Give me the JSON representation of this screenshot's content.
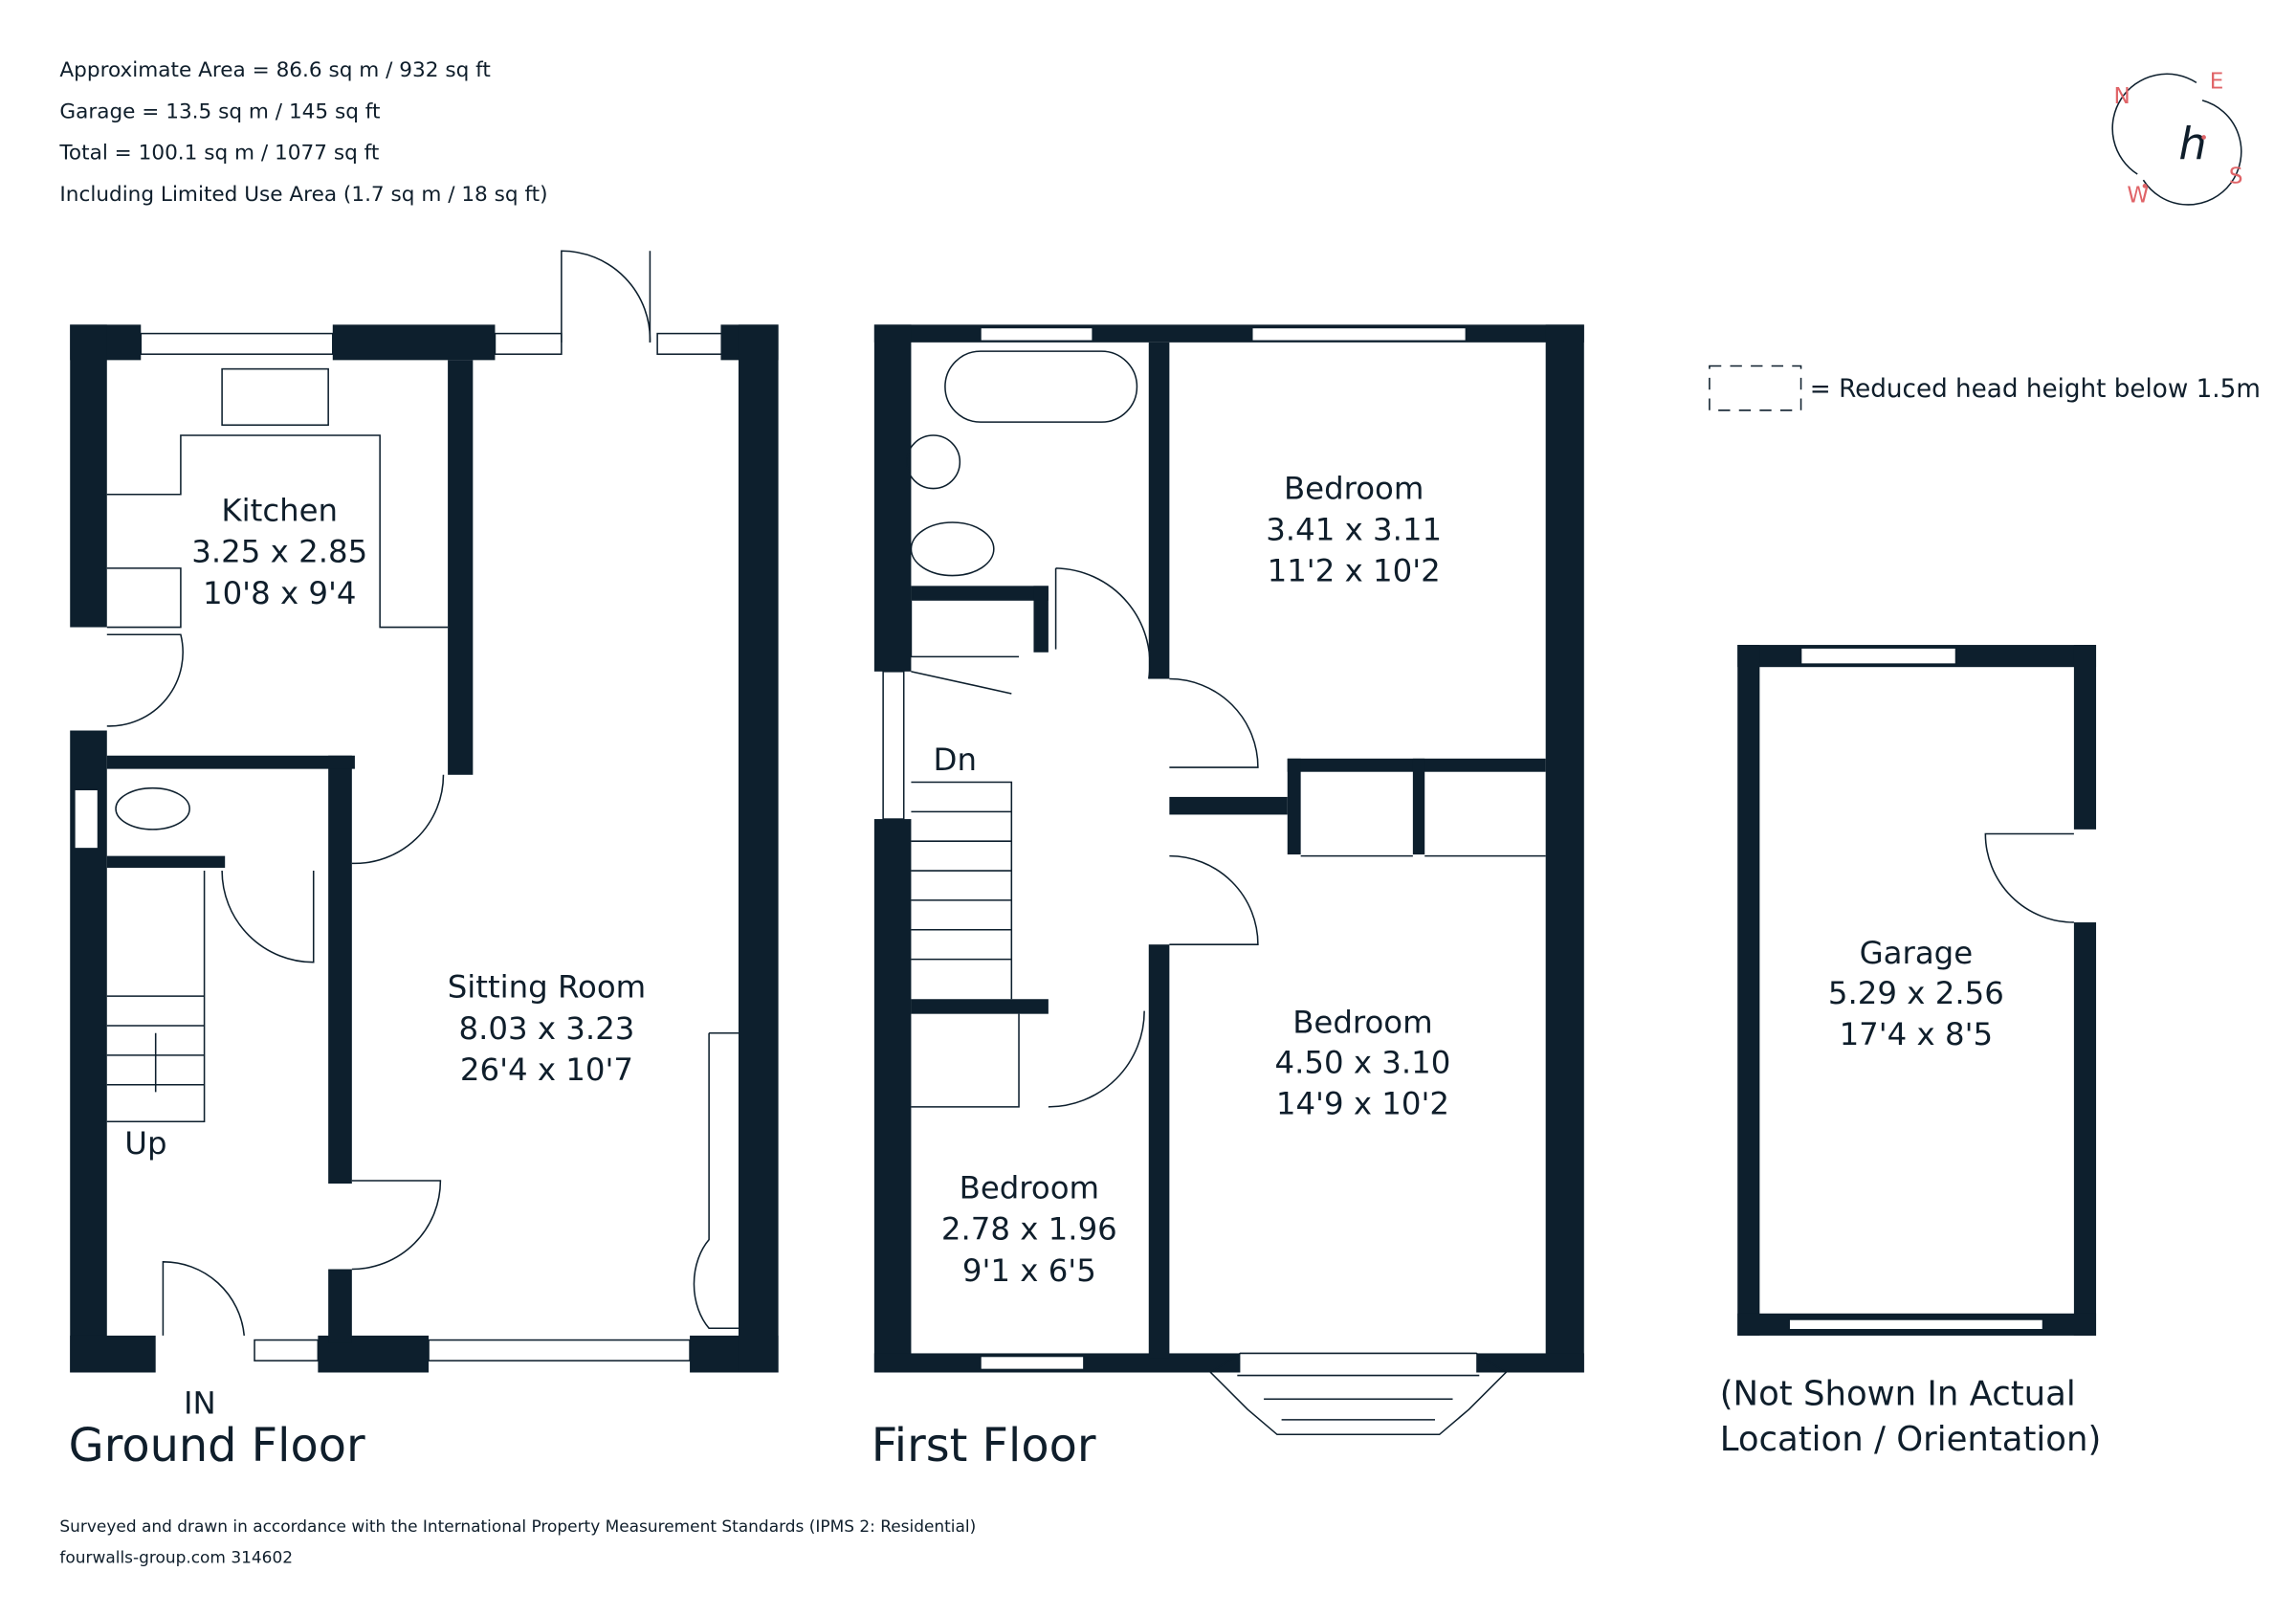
{
  "header": {
    "lines": [
      "Approximate Area = 86.6 sq m / 932 sq ft",
      "Garage = 13.5 sq m / 145 sq ft",
      "Total = 100.1 sq m / 1077 sq ft",
      "Including Limited Use Area (1.7 sq m / 18 sq ft)"
    ]
  },
  "compass": {
    "n": "N",
    "e": "E",
    "s": "S",
    "w": "W",
    "logo": "h",
    "accent_color": "#e06468"
  },
  "legend": {
    "reduced_head_height": "= Reduced head height below 1.5m"
  },
  "ground_floor": {
    "title": "Ground Floor",
    "entrance": "IN",
    "stairs": "Up",
    "rooms": [
      {
        "name": "Kitchen",
        "metric": "3.25 x 2.85",
        "imperial": "10'8 x 9'4"
      },
      {
        "name": "Sitting Room",
        "metric": "8.03 x 3.23",
        "imperial": "26'4 x 10'7"
      }
    ]
  },
  "first_floor": {
    "title": "First Floor",
    "stairs": "Dn",
    "rooms": [
      {
        "name": "Bedroom",
        "metric": "3.41 x 3.11",
        "imperial": "11'2 x 10'2"
      },
      {
        "name": "Bedroom",
        "metric": "4.50 x 3.10",
        "imperial": "14'9 x 10'2"
      },
      {
        "name": "Bedroom",
        "metric": "2.78 x 1.96",
        "imperial": "9'1 x 6'5"
      }
    ]
  },
  "garage": {
    "room": {
      "name": "Garage",
      "metric": "5.29 x 2.56",
      "imperial": "17'4 x 8'5"
    },
    "note_line1": "(Not Shown In Actual",
    "note_line2": "Location / Orientation)"
  },
  "footer": {
    "standards": "Surveyed and drawn in accordance with the International Property Measurement Standards (IPMS 2: Residential)",
    "reference": "fourwalls-group.com 314602"
  },
  "colors": {
    "walls": "#0d1f2d",
    "text": "#0f1e2b"
  }
}
